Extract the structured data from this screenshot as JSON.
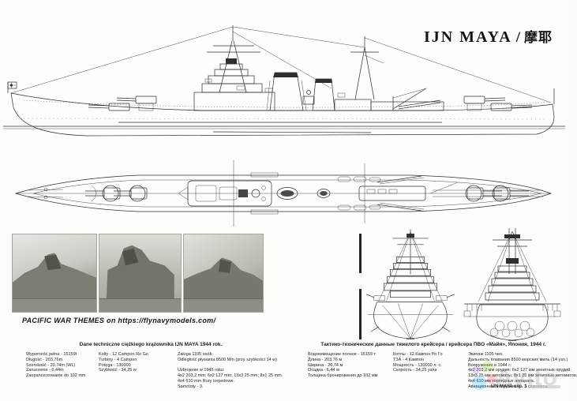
{
  "page": {
    "title": {
      "latin": "IJN MAYA",
      "separator": "/",
      "kanji": "摩耶"
    }
  },
  "banner": {
    "text": "PACIFIC WAR THEMES on https://flynavymodels.com/"
  },
  "specs_pl": {
    "header": "Dane techniczne ciężkiego krążownika IJN MAYA 1944 rok.",
    "col1": [
      "Wyporność pełna - 15159t",
      "Długość - 203,76m",
      "Szerokość - 20,74m (WL)",
      "Zanurzenie - 6,44m",
      "Zaopancerzowanie do 102 mm"
    ],
    "col2": [
      "Kotły - 12 Campon Ro Go",
      "Turbiny - 4 Campon",
      "Potęga - 130000",
      "Szybkość - 34,25 w"
    ],
    "col3": [
      "Załoga 1105 osób",
      "Odległość pływania 8500 Mm (przy szybkości 14 w)",
      "",
      "Uzbrojenie w 1945 roku:",
      "4x2 203,2 mm; 6x2 127 mm; 13x3 25 mm; 8x1 25 mm.",
      "4x4 610 mm Rury torpedowe.",
      "Samoloty - 3."
    ]
  },
  "specs_ru": {
    "header": "Тактико-технические данные тяжелого крейсера / крейсера ПВО «Майя», Япония, 1944 г.",
    "col1": [
      "Водоизмещение полное - 15159 т",
      "Длина - 203,76 м",
      "Ширина - 20,74 м",
      "Осадка - 6,44 м",
      "Толщина бронирования до 102 мм"
    ],
    "col2": [
      "Котлы - 12 Кампон Ро Го",
      "ТЗА - 4 Кампон",
      "Мощность - 130000 л. с.",
      "Скорость - 34,25 узла"
    ],
    "col3": [
      "Экипаж 1105 чел.",
      "Дальность плавания 8500 морских миль (14 узл.)",
      "Вооружение в 1944 г.:",
      "4x2 203,2 мм орудия; 6x2 127 мм зенитных орудий,",
      "13x3 25 мм автоматы; 8x1 25 мм зенитных автоматов,",
      "4x4 610 мм торпедных аппарата.",
      "Авиационное вооружение - 3 самолета."
    ]
  },
  "footer": {
    "page_label": "IJN MAYA стр. 1"
  },
  "watermark": {
    "text": "Avito",
    "colors": {
      "gray": "#919191",
      "logo_blue": "#00aaff",
      "logo_green": "#97cf26",
      "logo_red": "#ff4053",
      "logo_purple": "#a169f7"
    }
  },
  "colors": {
    "ink": "#2e2e2e",
    "paper": "#fdfdfc",
    "banner_text": "#151515"
  }
}
